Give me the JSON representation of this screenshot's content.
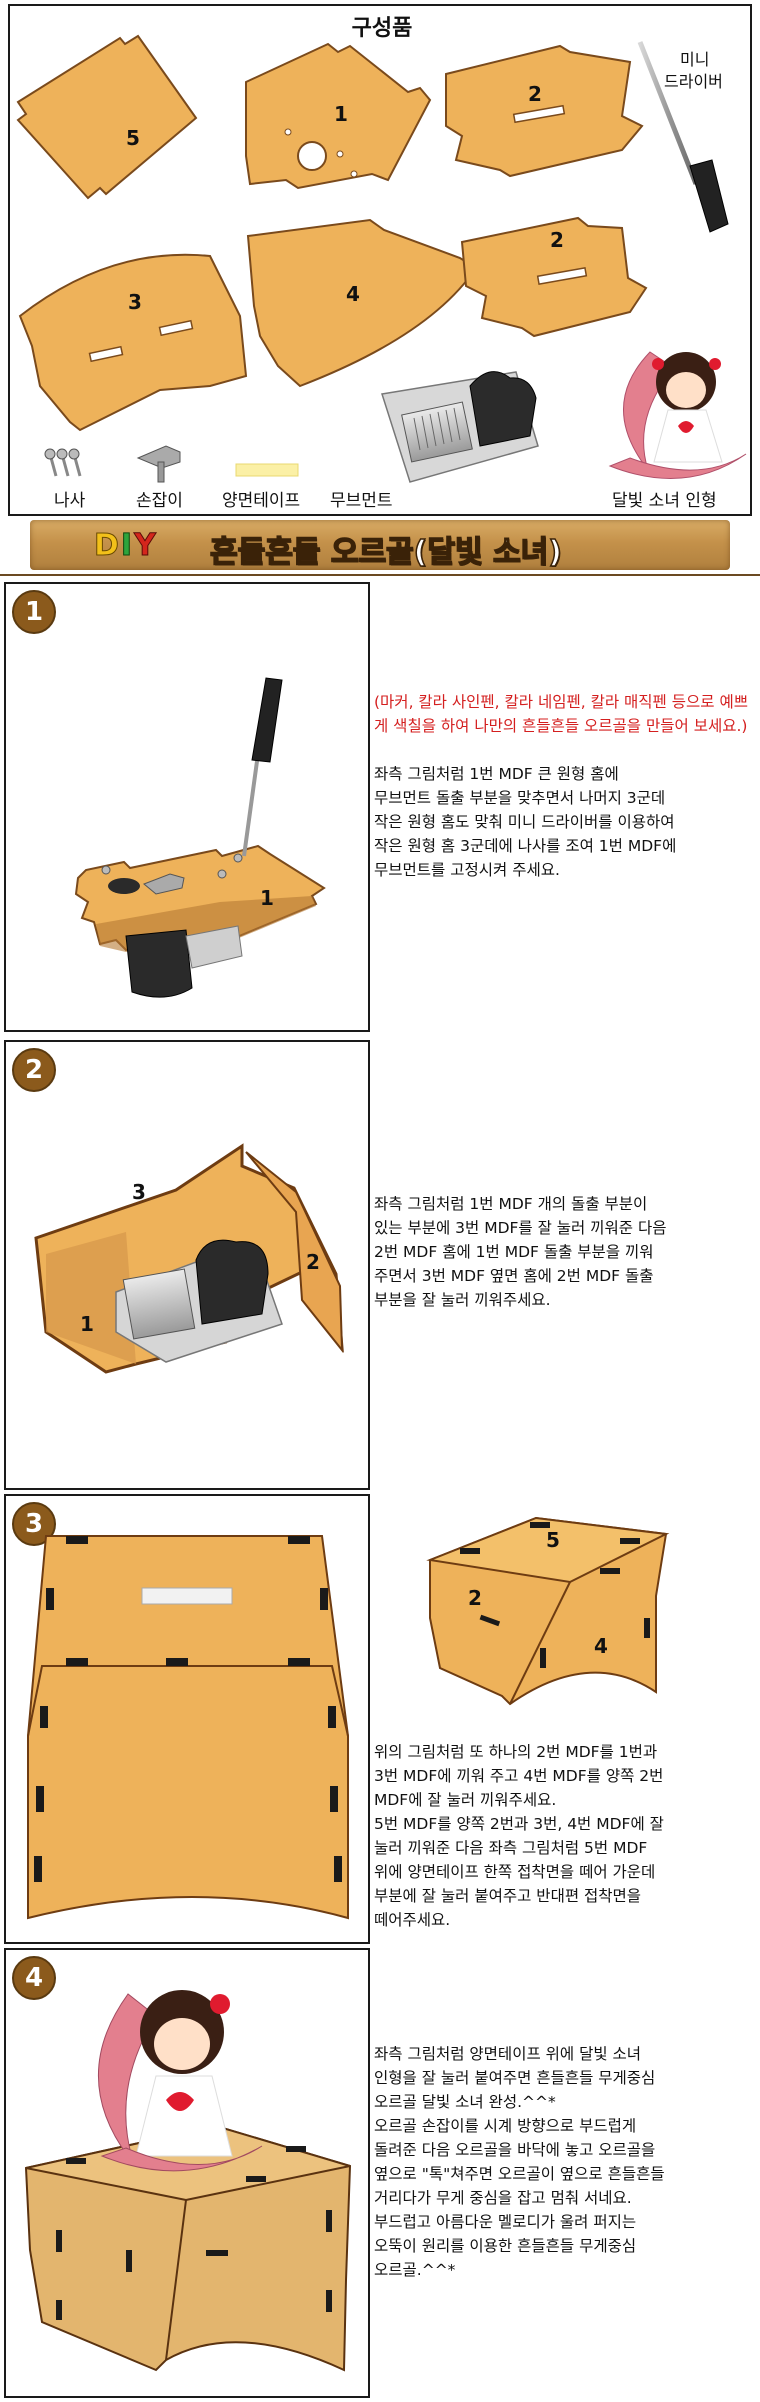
{
  "components": {
    "title": "구성품",
    "pieces": [
      "5",
      "1",
      "2",
      "3",
      "4",
      "2"
    ],
    "driver_label_line1": "미니",
    "driver_label_line2": "드라이버",
    "items": [
      "나사",
      "손잡이",
      "양면테이프",
      "무브먼트",
      "달빛 소녀 인형"
    ]
  },
  "banner": {
    "letters": [
      "D",
      "I",
      "Y"
    ],
    "title": "흔들흔들 오르골(달빛 소녀)"
  },
  "steps": [
    {
      "number": "1",
      "part_labels": [
        "1"
      ],
      "note": "(마커, 칼라 사인펜, 칼라 네임펜, 칼라 매직펜 등으로 예쁘게 색칠을 하여 나만의 흔들흔들 오르골을 만들어 보세요.)",
      "lines": [
        "좌측 그림처럼 1번 MDF 큰 원형 홈에",
        "무브먼트 돌출 부분을 맞추면서 나머지 3군데",
        "작은 원형 홈도 맞춰 미니 드라이버를 이용하여",
        "작은 원형 홈 3군데에 나사를 조여 1번 MDF에",
        "무브먼트를 고정시켜 주세요."
      ]
    },
    {
      "number": "2",
      "part_labels": [
        "3",
        "2",
        "1"
      ],
      "lines": [
        "좌측 그림처럼 1번 MDF 개의 돌출 부분이",
        "있는 부분에 3번 MDF를 잘 눌러 끼워준 다음",
        "2번 MDF 홈에 1번 MDF 돌출 부분을 끼워",
        "주면서 3번 MDF 옆면 홈에 2번 MDF 돌출",
        "부분을 잘 눌러 끼워주세요."
      ]
    },
    {
      "number": "3",
      "part_labels": [
        "5",
        "2",
        "4"
      ],
      "lines": [
        "위의 그림처럼 또 하나의 2번 MDF를 1번과",
        "3번 MDF에 끼워 주고 4번 MDF를 양쪽 2번",
        "MDF에 잘 눌러 끼워주세요.",
        "5번 MDF를 양쪽 2번과 3번, 4번 MDF에 잘",
        "눌러 끼워준 다음 좌측 그림처럼 5번 MDF",
        "위에 양면테이프 한쪽 접착면을 떼어 가운데",
        "부분에 잘 눌러 붙여주고 반대편 접착면을",
        "떼어주세요."
      ]
    },
    {
      "number": "4",
      "lines": [
        "좌측 그림처럼 양면테이프 위에 달빛 소녀",
        "인형을 잘 눌러 붙여주면 흔들흔들 무게중심",
        "오르골 달빛 소녀 완성.^^*",
        "오르골 손잡이를 시계 방향으로 부드럽게",
        "돌려준 다음 오르골을 바닥에 놓고 오르골을",
        "옆으로 \"톡\"쳐주면 오르골이 옆으로 흔들흔들",
        "거리다가 무게 중심을 잡고 멈춰 서네요.",
        "부드럽고 아름다운 멜로디가 울려 퍼지는",
        "오뚝이 원리를 이용한 흔들흔들 무게중심",
        "오르골.^^*"
      ]
    }
  ],
  "colors": {
    "mdf": "#eeb25a",
    "mdf_edge": "#7a4a1c",
    "wood_banner": "#c89a55",
    "step_circle": "#8b5a1c",
    "note_red": "#d41f1f"
  }
}
